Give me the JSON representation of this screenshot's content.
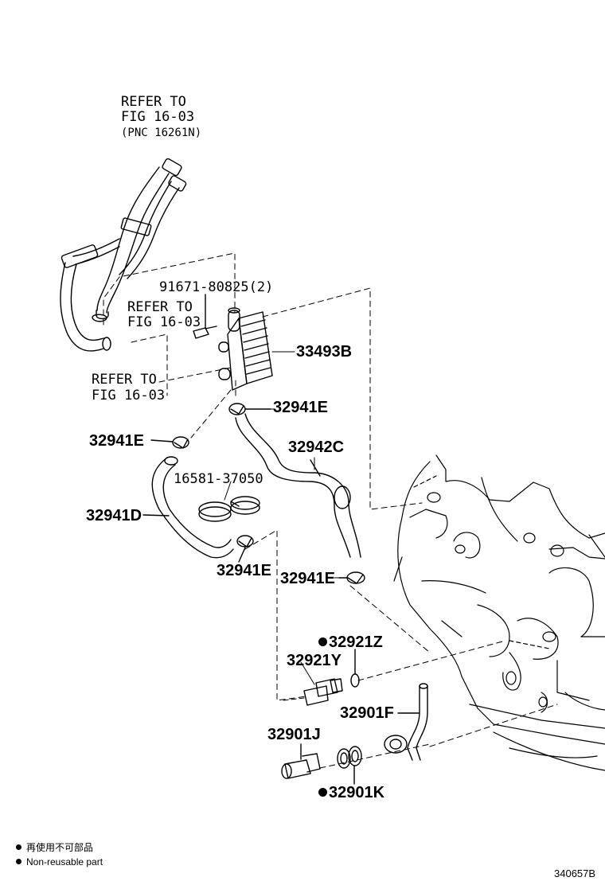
{
  "refer_top": {
    "line1": "REFER TO",
    "line2": "FIG 16-03",
    "line3": "(PNC 16261N)"
  },
  "refer_mid": {
    "line1": "REFER TO",
    "line2": "FIG 16-03"
  },
  "refer_low": {
    "line1": "REFER TO",
    "line2": "FIG 16-03"
  },
  "parts": {
    "bolt": "91671-80825(2)",
    "cooler": "33493B",
    "clamp_a": "32941E",
    "clamp_b": "32941E",
    "hose_c": "32942C",
    "clamp_kit": "16581-37050",
    "hose_d": "32941D",
    "clamp_c": "32941E",
    "clamp_d": "32941E",
    "ring_z": "32921Z",
    "union_y": "32921Y",
    "pipe_f": "32901F",
    "bolt_j": "32901J",
    "gasket_k": "32901K"
  },
  "legend": {
    "chinese": "再使用不可部品",
    "english": "Non-reusable part"
  },
  "figure_id": "340657B"
}
